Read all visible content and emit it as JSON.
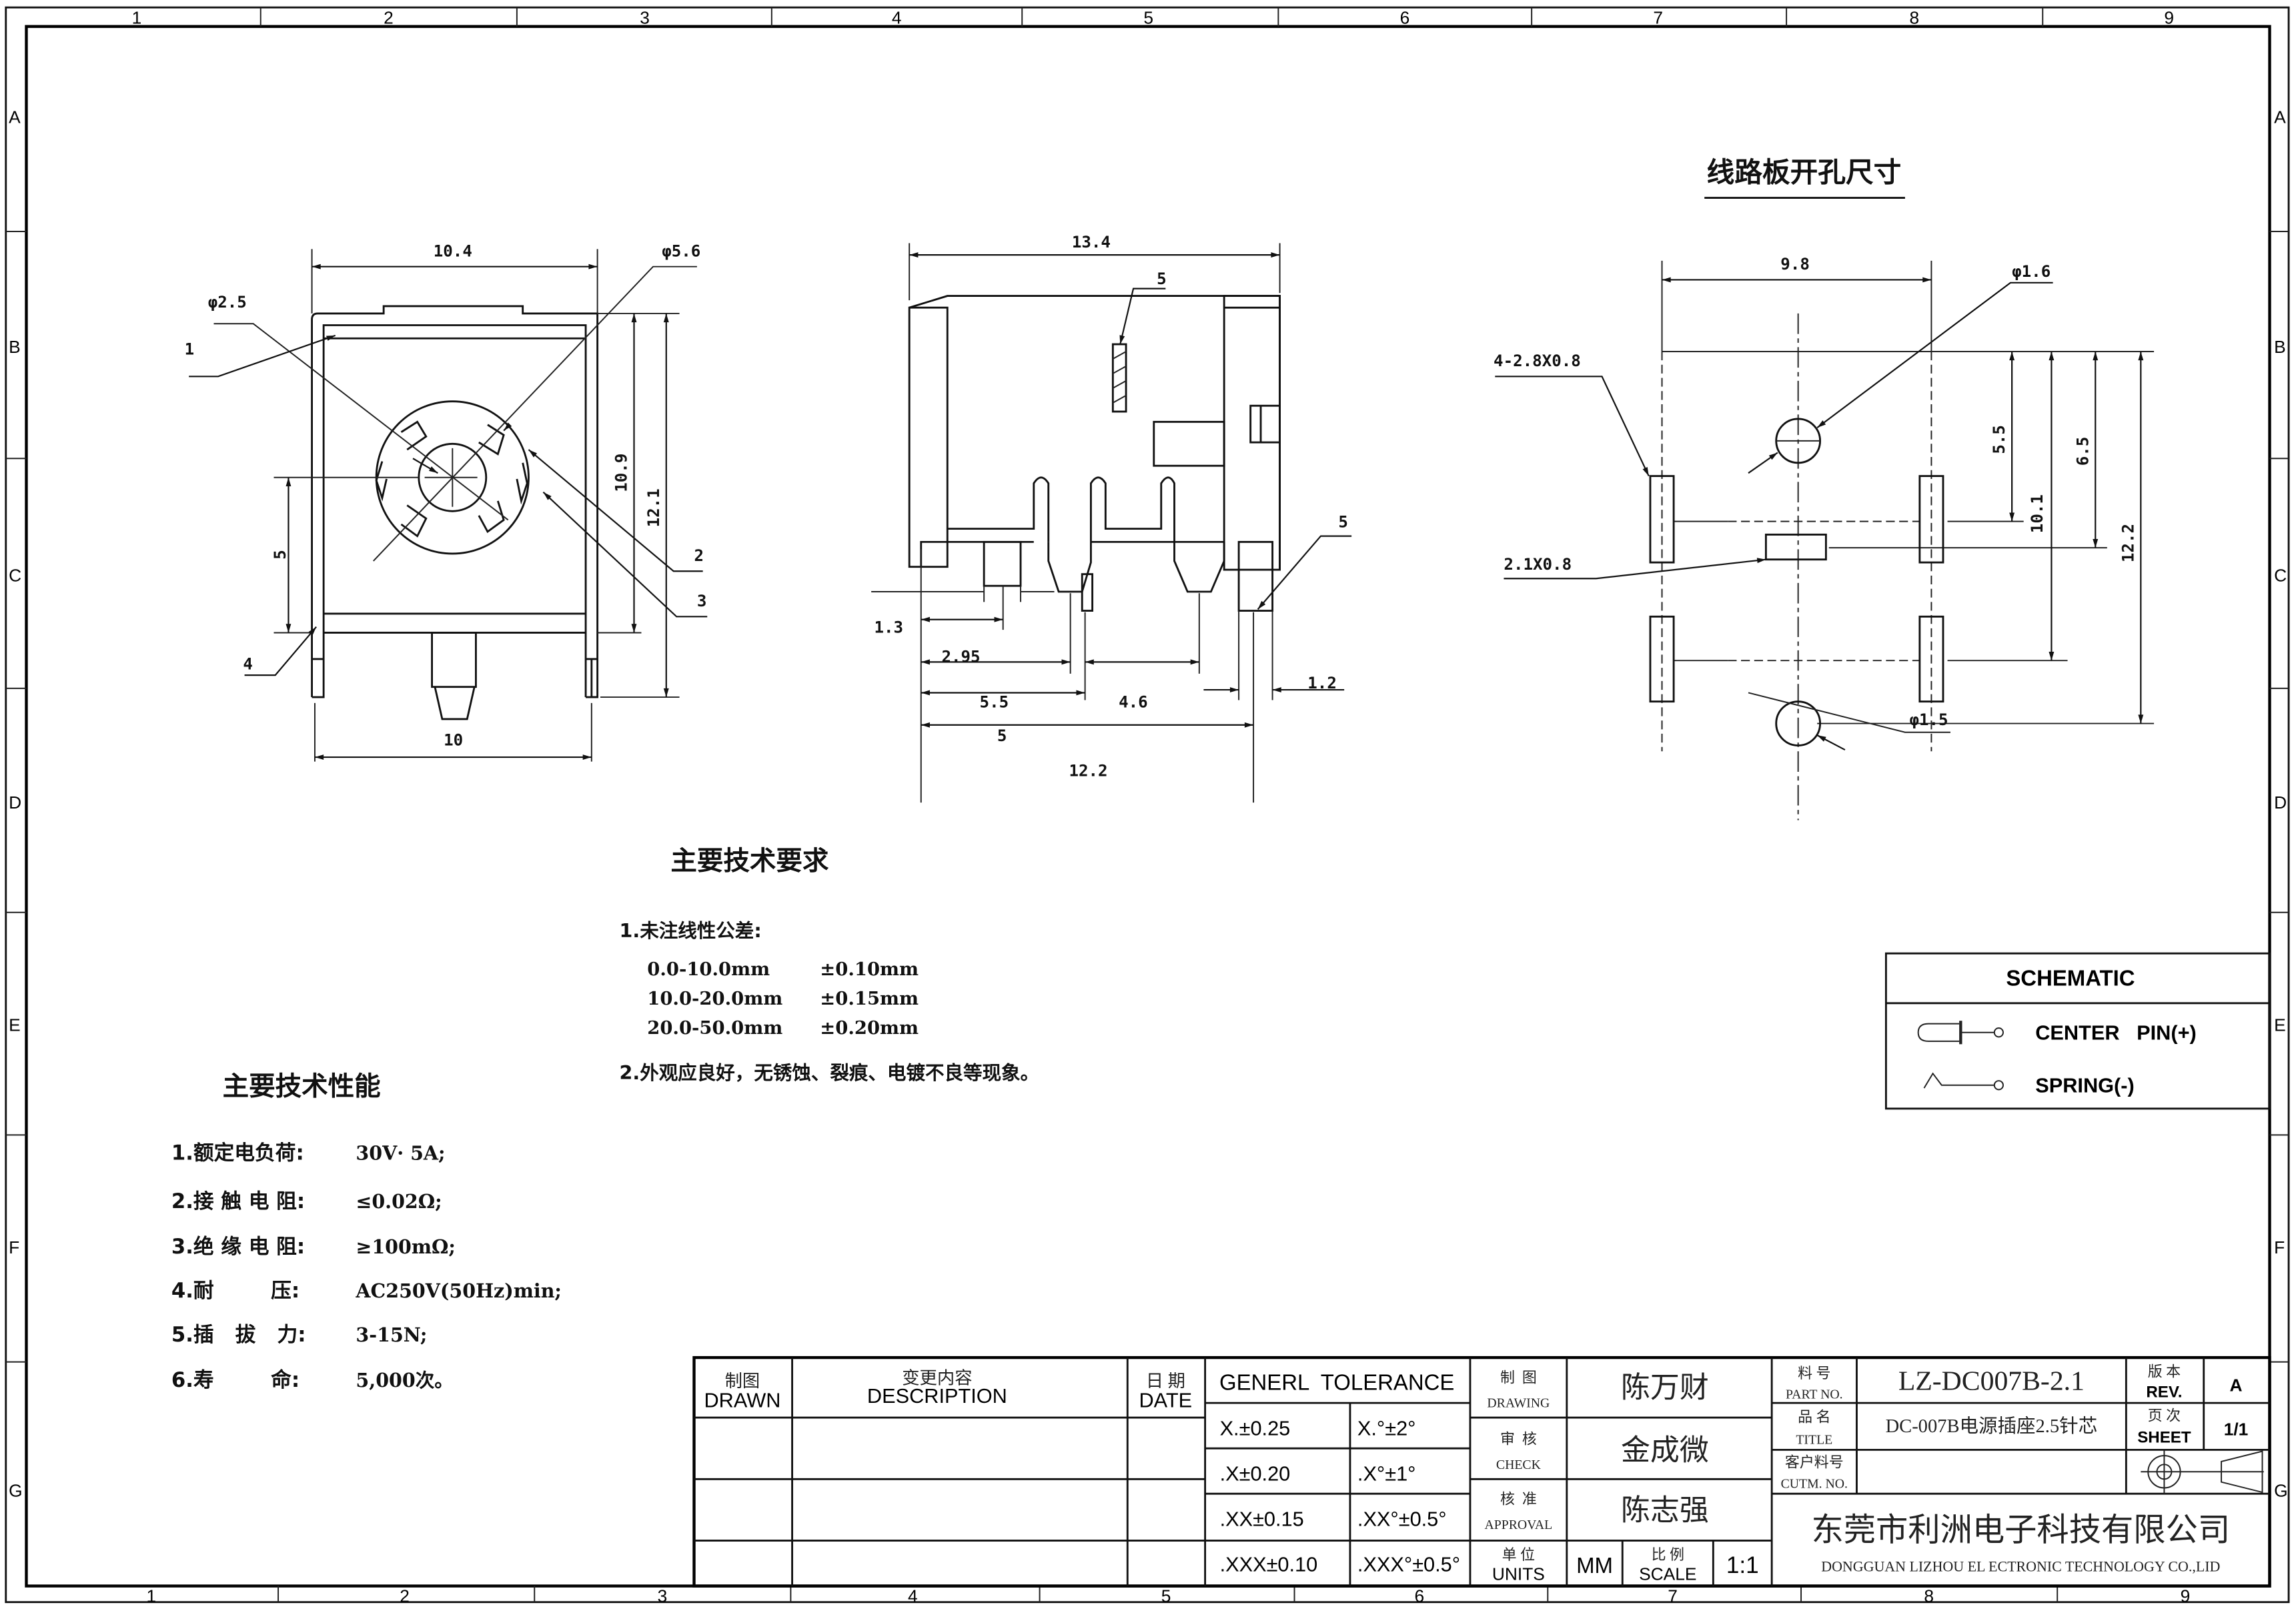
{
  "frame": {
    "columns": [
      "1",
      "2",
      "3",
      "4",
      "5",
      "6",
      "7",
      "8",
      "9"
    ],
    "rows": [
      "A",
      "B",
      "C",
      "D",
      "E",
      "F",
      "G"
    ]
  },
  "front_view": {
    "dim_width_top": "10.4",
    "dim_width_bottom": "10",
    "dim_center_height": "5",
    "dim_height_body": "10.9",
    "dim_height_total": "12.1",
    "label_inner_dia": "φ2.5",
    "label_outer_dia": "φ5.6",
    "callouts": [
      "1",
      "2",
      "3",
      "4"
    ]
  },
  "side_view": {
    "dim_length": "13.4",
    "dim_1_3": "1.3",
    "dim_2_95": "2.95",
    "dim_5_5": "5.5",
    "dim_4_6": "4.6",
    "dim_5": "5",
    "dim_12_2": "12.2",
    "dim_1_2": "1.2",
    "callout_top": "5",
    "callout_right": "5"
  },
  "pcb_view": {
    "title": "线路板开孔尺寸",
    "dim_width": "9.8",
    "hole_top": "φ1.6",
    "hole_bottom": "φ1.5",
    "slots_label": "4-2.8X0.8",
    "center_slot_label": "2.1X0.8",
    "dim_5_5": "5.5",
    "dim_10_1": "10.1",
    "dim_6_5": "6.5",
    "dim_12_2": "12.2"
  },
  "requirements": {
    "title": "主要技术要求",
    "item1": "1.未注线性公差:",
    "tolerances": [
      {
        "range": "0.0-10.0mm",
        "tol": "±0.10mm"
      },
      {
        "range": "10.0-20.0mm",
        "tol": "±0.15mm"
      },
      {
        "range": "20.0-50.0mm",
        "tol": "±0.20mm"
      }
    ],
    "item2": "2.外观应良好，无锈蚀、裂痕、电镀不良等现象。"
  },
  "performance": {
    "title": "主要技术性能",
    "items": [
      {
        "label": "1.额定电负荷:",
        "value": "30V· 5A;"
      },
      {
        "label": "2.接 触 电 阻:",
        "value": "≤0.02Ω;"
      },
      {
        "label": "3.绝 缘 电 阻:",
        "value": "≥100mΩ;"
      },
      {
        "label": "4.耐        压:",
        "value": "AC250V(50Hz)min;"
      },
      {
        "label": "5.插   拔   力:",
        "value": "3-15N;"
      },
      {
        "label": "6.寿        命:",
        "value": "5,000次。"
      }
    ]
  },
  "schematic": {
    "title": "SCHEMATIC",
    "center_pin": "CENTER   PIN(+)",
    "spring": "SPRING(-)"
  },
  "title_block": {
    "drawn_cn": "制图",
    "drawn_en": "DRAWN",
    "desc_cn": "变更内容",
    "desc_en": "DESCRIPTION",
    "date_cn": "日 期",
    "date_en": "DATE",
    "tolerance_title": "GENERL  TOLERANCE",
    "tolerance_rows": [
      {
        "linear": "X.±0.25",
        "angular": "X.°±2°"
      },
      {
        "linear": ".X±0.20",
        "angular": ".X°±1°"
      },
      {
        "linear": ".XX±0.15",
        "angular": ".XX°±0.5°"
      },
      {
        "linear": ".XXX±0.10",
        "angular": ".XXX°±0.5°"
      }
    ],
    "drawing_cn": "制  图",
    "drawing_en": "DRAWING",
    "drawing_name": "陈万财",
    "check_cn": "审  核",
    "check_en": "CHECK",
    "check_name": "金成微",
    "approval_cn": "核  准",
    "approval_en": "APPROVAL",
    "approval_name": "陈志强",
    "units_cn": "单 位",
    "units_en": "UNITS",
    "units_value": "MM",
    "scale_cn": "比 例",
    "scale_en": "SCALE",
    "scale_value": "1:1",
    "part_cn": "料 号",
    "part_en": "PART NO.",
    "part_value": "LZ-DC007B-2.1",
    "title_cn": "品 名",
    "title_en": "TITLE",
    "title_value": "DC-007B电源插座2.5针芯",
    "cust_cn": "客户料号",
    "cust_en": "CUTM. NO.",
    "cust_value": "",
    "rev_cn": "版 本",
    "rev_en": "REV.",
    "rev_value": "A",
    "sheet_cn": "页 次",
    "sheet_en": "SHEET",
    "sheet_value": "1/1",
    "company_cn": "东莞市利洲电子科技有限公司",
    "company_en": "DONGGUAN LIZHOU EL ECTRONIC TECHNOLOGY CO.,LID"
  }
}
